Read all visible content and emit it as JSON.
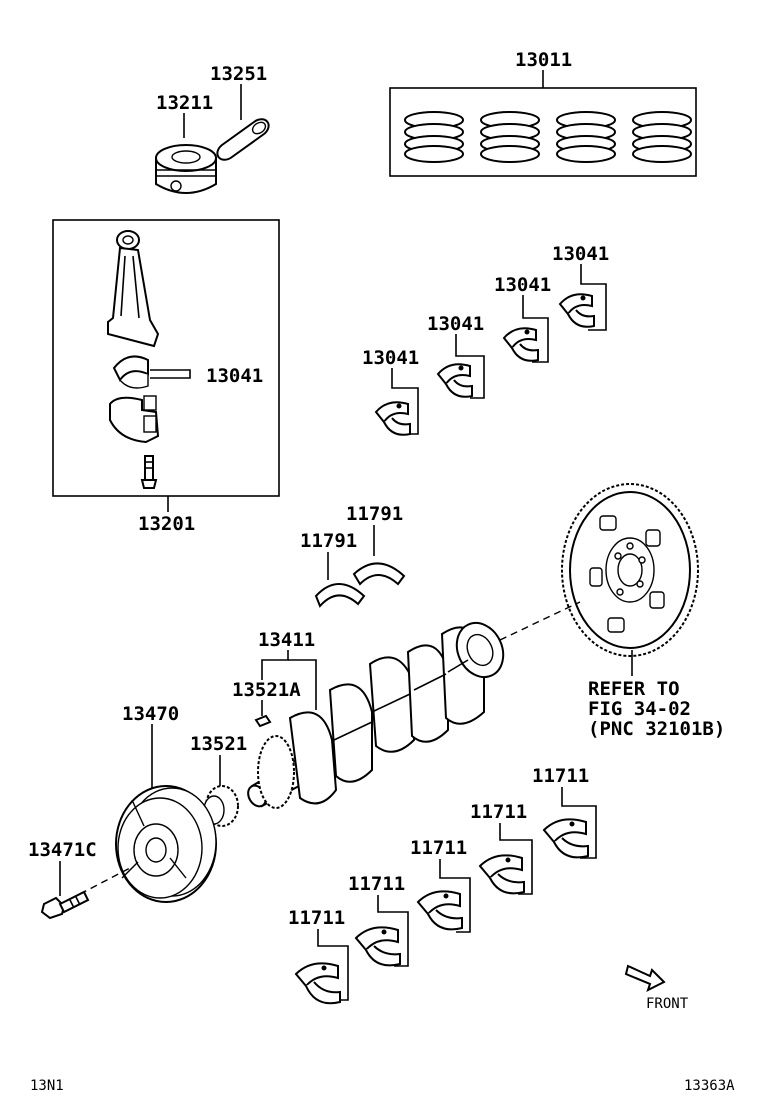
{
  "labels": {
    "piston_rings": "13011",
    "piston_pin": "13251",
    "piston": "13211",
    "conrod_bearing_inner": "13041",
    "conrod_assembly": "13201",
    "bearing_a": "13041",
    "bearing_b": "13041",
    "bearing_c": "13041",
    "bearing_d": "13041",
    "thrust_washer_1": "11791",
    "thrust_washer_2": "11791",
    "crankshaft": "13411",
    "crank_key": "13521A",
    "pulley": "13470",
    "timing_gear": "13521",
    "pulley_bolt": "13471C",
    "main_bearing_1": "11711",
    "main_bearing_2": "11711",
    "main_bearing_3": "11711",
    "main_bearing_4": "11711",
    "main_bearing_5": "11711"
  },
  "reference": {
    "line1": "REFER TO",
    "line2": "FIG 34-02",
    "line3": "(PNC 32101B)"
  },
  "front": "FRONT",
  "footer": {
    "left": "13N1",
    "right": "13363A"
  }
}
